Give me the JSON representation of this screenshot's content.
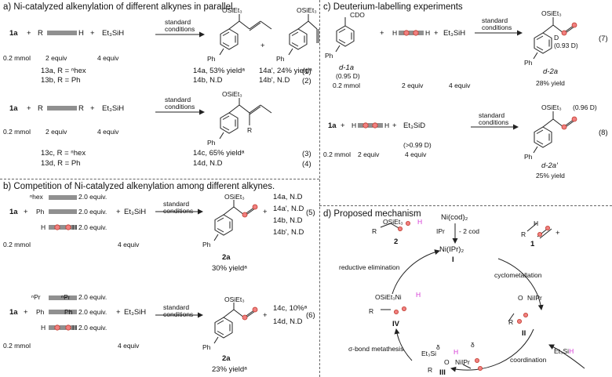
{
  "panels": {
    "a": {
      "title": "a) Ni-catalyzed alkenylation of different alkynes in parallel."
    },
    "b": {
      "title": "b) Competition of Ni-catalyzed alkenylation among different alkynes."
    },
    "c": {
      "title": "c) Deuterium-labelling experiments"
    },
    "d": {
      "title": "d) Proposed mechanism"
    }
  },
  "common": {
    "sub1a": "1a",
    "plus": "+",
    "et3sih": "Et₃SiH",
    "osiet3": "OSiEt₃",
    "ph": "Ph",
    "std1": "standard",
    "std2": "conditions",
    "mmol": "0.2 mmol",
    "eq2": "2 equiv",
    "eq4": "4 equiv",
    "eq4b": "4 equiv"
  },
  "a": {
    "r1": {
      "alk_left": "R",
      "alk_right": "H",
      "l13a": "13a, R = ⁿhex",
      "l13b": "13b, R = Ph",
      "p14a": "14a, 53% yieldᵃ",
      "p14ap": "14a', 24% yieldᵃ",
      "p14b": "14b, N.D",
      "p14bp": "14b', N.D",
      "n1": "(1)",
      "n2": "(2)"
    },
    "r2": {
      "alk_left": "R",
      "alk_right": "R",
      "rsub": "R",
      "l13c": "13c, R = ⁿhex",
      "l13d": "13d, R = Ph",
      "p14c": "14c, 65% yieldᵃ",
      "p14d": "14d, N.D",
      "n3": "(3)",
      "n4": "(4)"
    }
  },
  "b": {
    "r5": {
      "a1": "ⁿhex",
      "a2": "Ph",
      "a3": "H",
      "a3r": "H",
      "eq": "2.0 equiv.",
      "eq2": "2.0 equiv.",
      "eq3": "2.0 equiv.",
      "e4": "4 equiv",
      "p2a": "2a",
      "yield": "30% yieldᵃ",
      "out": [
        "14a, N.D",
        "14a', N.D",
        "14b, N.D",
        "14b', N.D"
      ],
      "n5": "(5)"
    },
    "r6": {
      "a1": "ⁿPr",
      "a1r": "ⁿPr",
      "a2": "Ph",
      "a2r": "Ph",
      "a3": "H",
      "a3r": "H",
      "eq": "2.0 equiv.",
      "eq2": "2.0 equiv.",
      "eq3": "2.0 equiv.",
      "e4": "4 equiv",
      "p2a": "2a",
      "yield": "23% yieldᵃ",
      "out": [
        "14c, 10%ᵃ",
        "14d, N.D"
      ],
      "n6": "(6)"
    }
  },
  "c": {
    "r7": {
      "cdo": "CDO",
      "d1a": "d-1a",
      "dval": "(0.95 D)",
      "h": "H",
      "hr": "H",
      "d": "D",
      "dprod": "(0.93 D)",
      "pname": "d-2a",
      "yield": "28% yield",
      "n7": "(7)"
    },
    "r8": {
      "h": "H",
      "hr": "H",
      "et3sid": "Et₃SiD",
      "dval": "(>0.99 D)",
      "dprod": "(0.96 D)",
      "pname": "d-2a'",
      "yield": "25% yield",
      "n8": "(8)"
    }
  },
  "d": {
    "nicod": "Ni(cod)₂",
    "ipr": "IPr",
    "mcod": "- 2 cod",
    "nipr2": "Ni(IPr)₂",
    "I": "I",
    "r": "R",
    "h": "H",
    "l1": "1",
    "l2": "2",
    "c2_osi": "OSiEt₃",
    "c2_h": "H",
    "cyclo": "cyclometallation",
    "II_o": "O",
    "II_ni": "NiIPr",
    "II_r": "R",
    "II": "II",
    "coord": "coordination",
    "et3sih": "Et₃Si",
    "et3sih_h": "H",
    "III_si": "Et₃Si",
    "III_h": "H",
    "III_o": "O",
    "III_ni": "NiIPr",
    "III_r": "R",
    "III": "III",
    "delta": "δ",
    "sbm": "σ-bond metathesis",
    "IV_osi": "OSiEt₃Ni",
    "IV_h": "H",
    "IV_r": "R",
    "IV": "IV",
    "redel": "reductive elimination"
  }
}
